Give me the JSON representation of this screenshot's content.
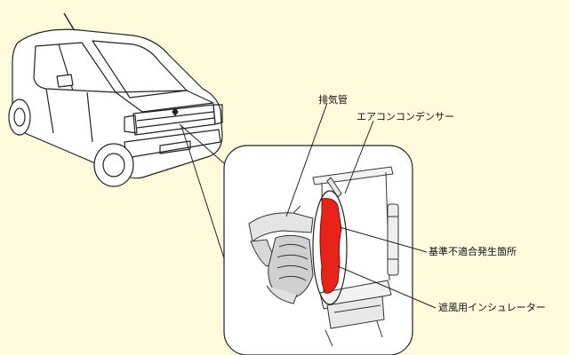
{
  "labels": {
    "exhaust_pipe": "排気管",
    "ac_condenser": "エアコンコンデンサー",
    "defect_location": "基準不適合発生箇所",
    "heat_insulator": "遮風用インシュレーター"
  },
  "colors": {
    "background": "#fdfbdc",
    "detail_panel": "#ffffff",
    "highlight": "#e8231a",
    "line": "#222222"
  }
}
